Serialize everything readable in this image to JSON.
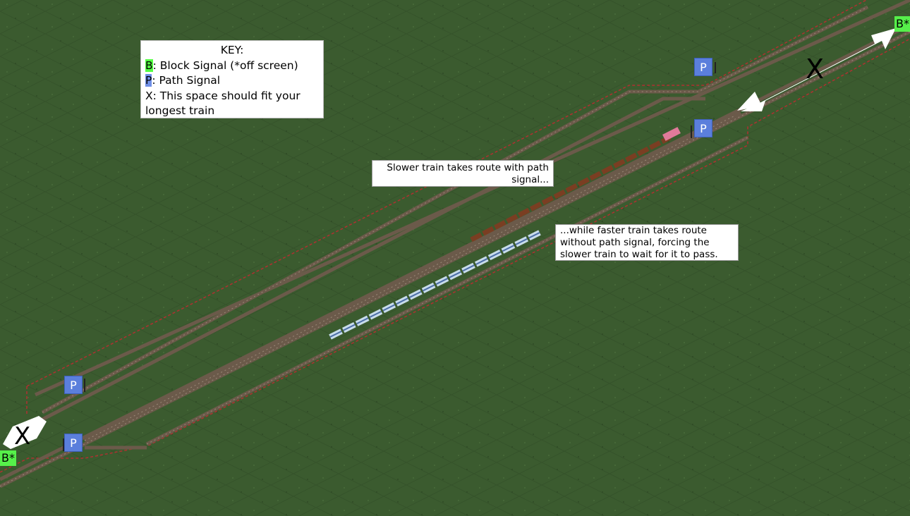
{
  "key": {
    "title": "KEY:",
    "block_letter": "B",
    "block_text": ": Block Signal (*off screen)",
    "path_letter": "P",
    "path_text": ": Path Signal",
    "x_text_line1": "X: This space should fit your",
    "x_text_line2": "longest train"
  },
  "labels": {
    "slow_line1": "Slower train takes route with path",
    "slow_line2": "signal...",
    "fast_line1": "...while faster train takes route",
    "fast_line2": "without path signal, forcing the",
    "fast_line3": "slower train to wait for it to pass."
  },
  "signals": {
    "path": "P",
    "block": "B*"
  },
  "markers": {
    "gap": "X"
  },
  "colors": {
    "grass": "#3a5a2e",
    "block_signal": "#56f04a",
    "path_signal": "#5b7fdc",
    "rail": "#6b5a4a",
    "fence": "#b03030"
  }
}
